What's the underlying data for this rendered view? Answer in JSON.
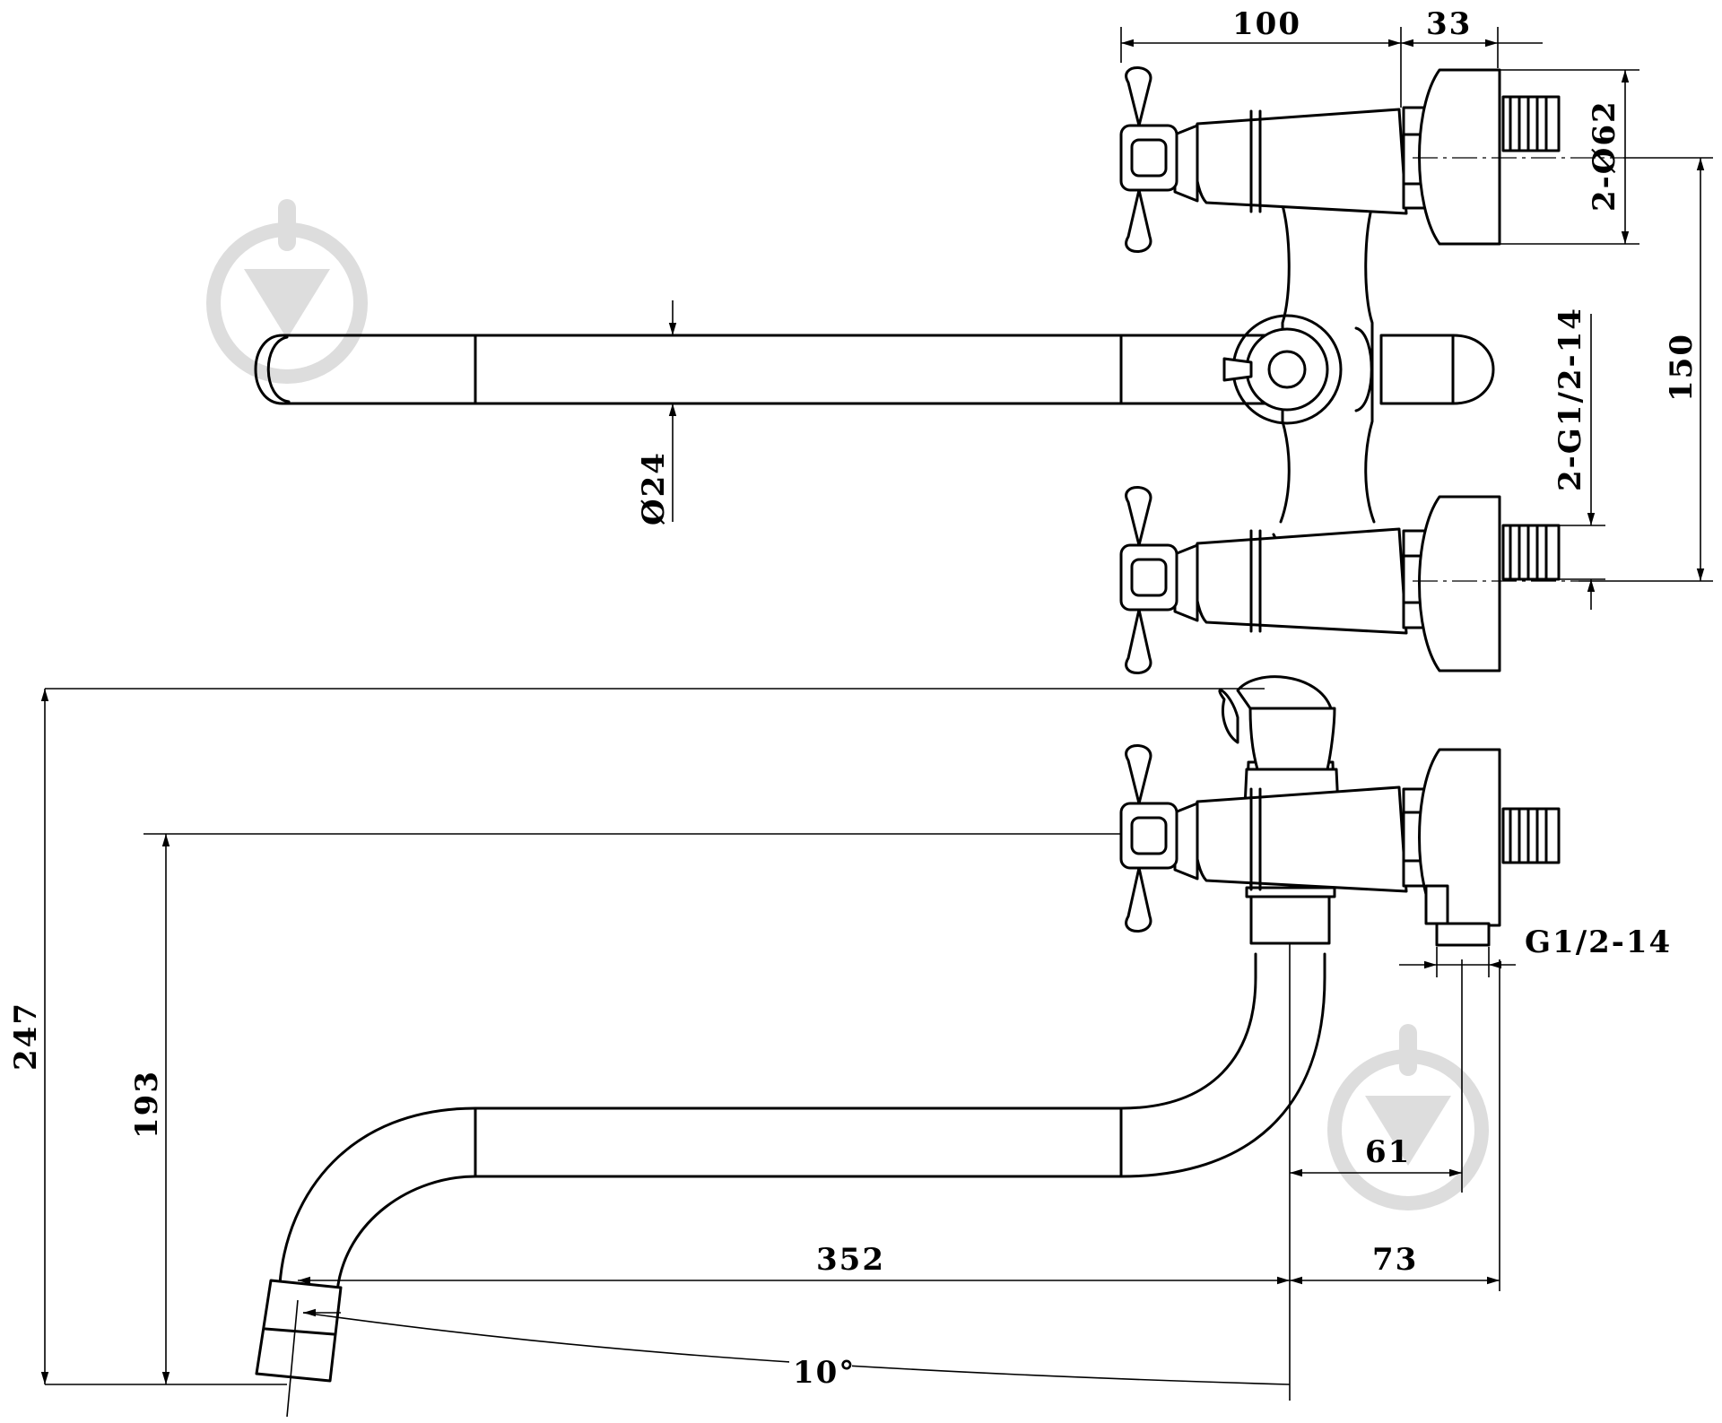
{
  "dimensions": {
    "d100": "100",
    "d33": "33",
    "d2phi62": "2-Ø62",
    "d150": "150",
    "d2g12": "2-G1/2-14",
    "d24": "Ø24",
    "d247": "247",
    "d193": "193",
    "dg12": "G1/2-14",
    "d61": "61",
    "d352": "352",
    "d73": "73",
    "d10": "10°"
  },
  "colors": {
    "line": "#000000",
    "watermark": "#dddddd",
    "background": "#ffffff"
  },
  "icons": [
    "watermark-logo-icon"
  ]
}
